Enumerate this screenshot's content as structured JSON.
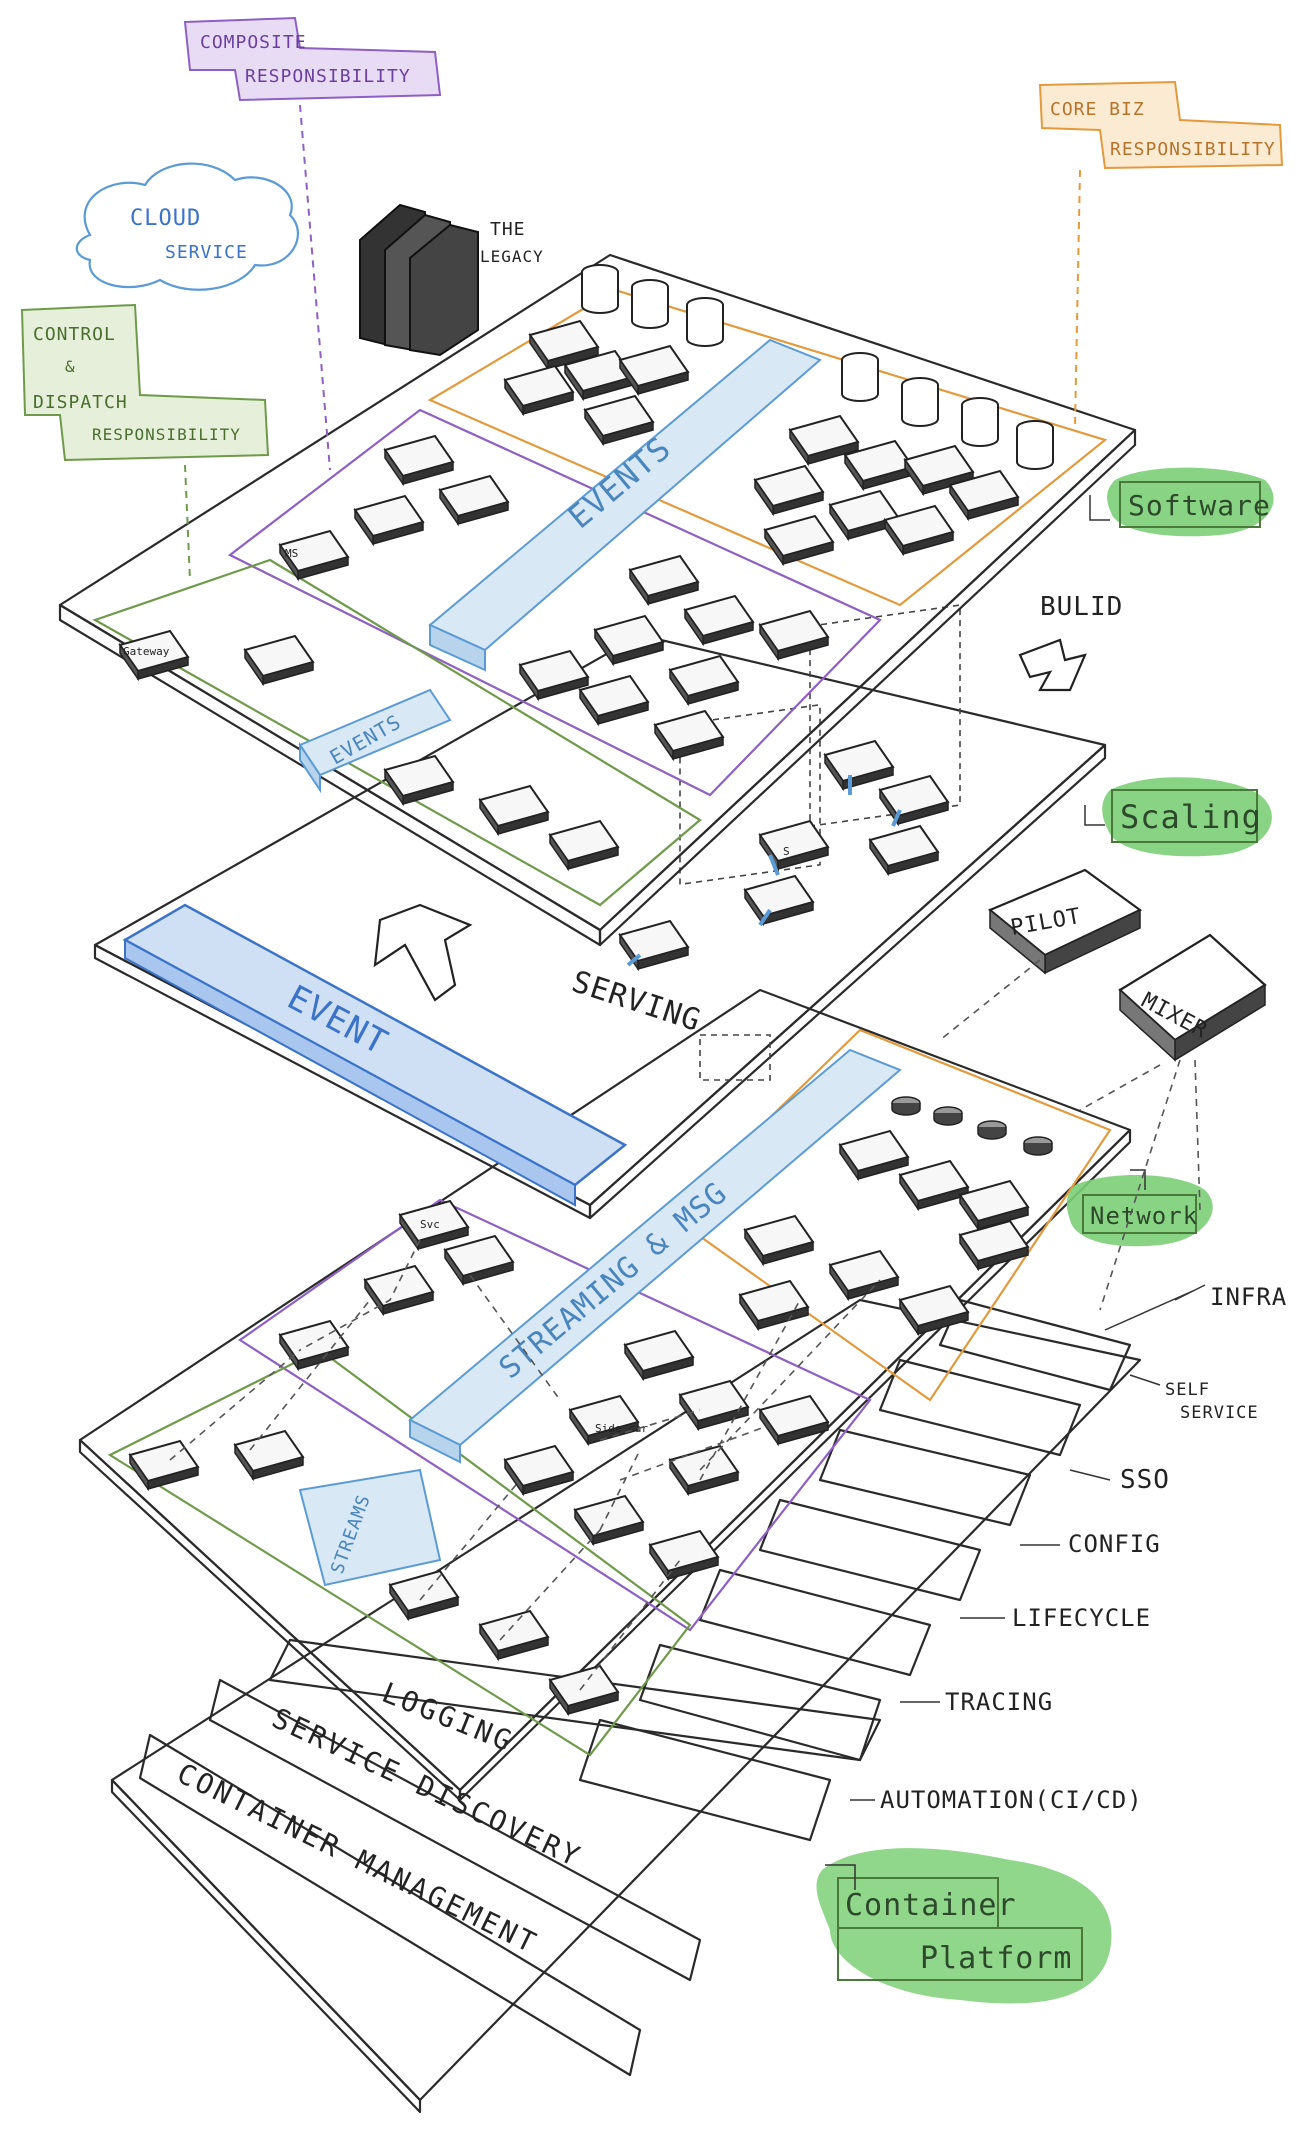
{
  "annotations": {
    "composite": [
      "COMPOSITE",
      "RESPONSIBILITY"
    ],
    "core_biz": [
      "CORE BIZ",
      "RESPONSIBILITY"
    ],
    "cloud": [
      "CLOUD",
      "SERVICE"
    ],
    "control": [
      "CONTROL",
      "&",
      "DISPATCH",
      "RESPONSIBILITY"
    ],
    "legacy": [
      "THE",
      "LEGACY"
    ]
  },
  "software_layer": {
    "events_main": "EVENTS",
    "events_small": "EVENTS",
    "ms": "MS",
    "gateway": "Gateway",
    "badge": "Software"
  },
  "scaling_layer": {
    "event": "EVENT",
    "serving": "SERVING",
    "build": "BULID",
    "scale_box": "S",
    "badge": "Scaling"
  },
  "network_layer": {
    "streaming_msg": "STREAMING & MSG",
    "streams": "STREAMS",
    "pilot": "PILOT",
    "mixer": "MIXER",
    "badge": "Network",
    "infra": "INFRA",
    "sidecar": "Side car",
    "service": "Svc"
  },
  "platform_layer": {
    "logging": "LOGGING",
    "service_discovery": "SERVICE DISCOVERY",
    "container_management": "CONTAINER MANAGEMENT",
    "side_labels": [
      "SELF",
      "SERVICE",
      "SSO",
      "CONFIG",
      "LIFECYCLE",
      "TRACING",
      "AUTOMATION(CI/CD)"
    ],
    "badge": [
      "Container",
      "Platform"
    ]
  },
  "colors": {
    "purple": "#8e5fc4",
    "orange": "#e39a3c",
    "green_note": "#6e9a4a",
    "blue": "#5b9bd5",
    "cyan_bar": "#d9e8f5",
    "badge_green": "#7ccf77"
  }
}
